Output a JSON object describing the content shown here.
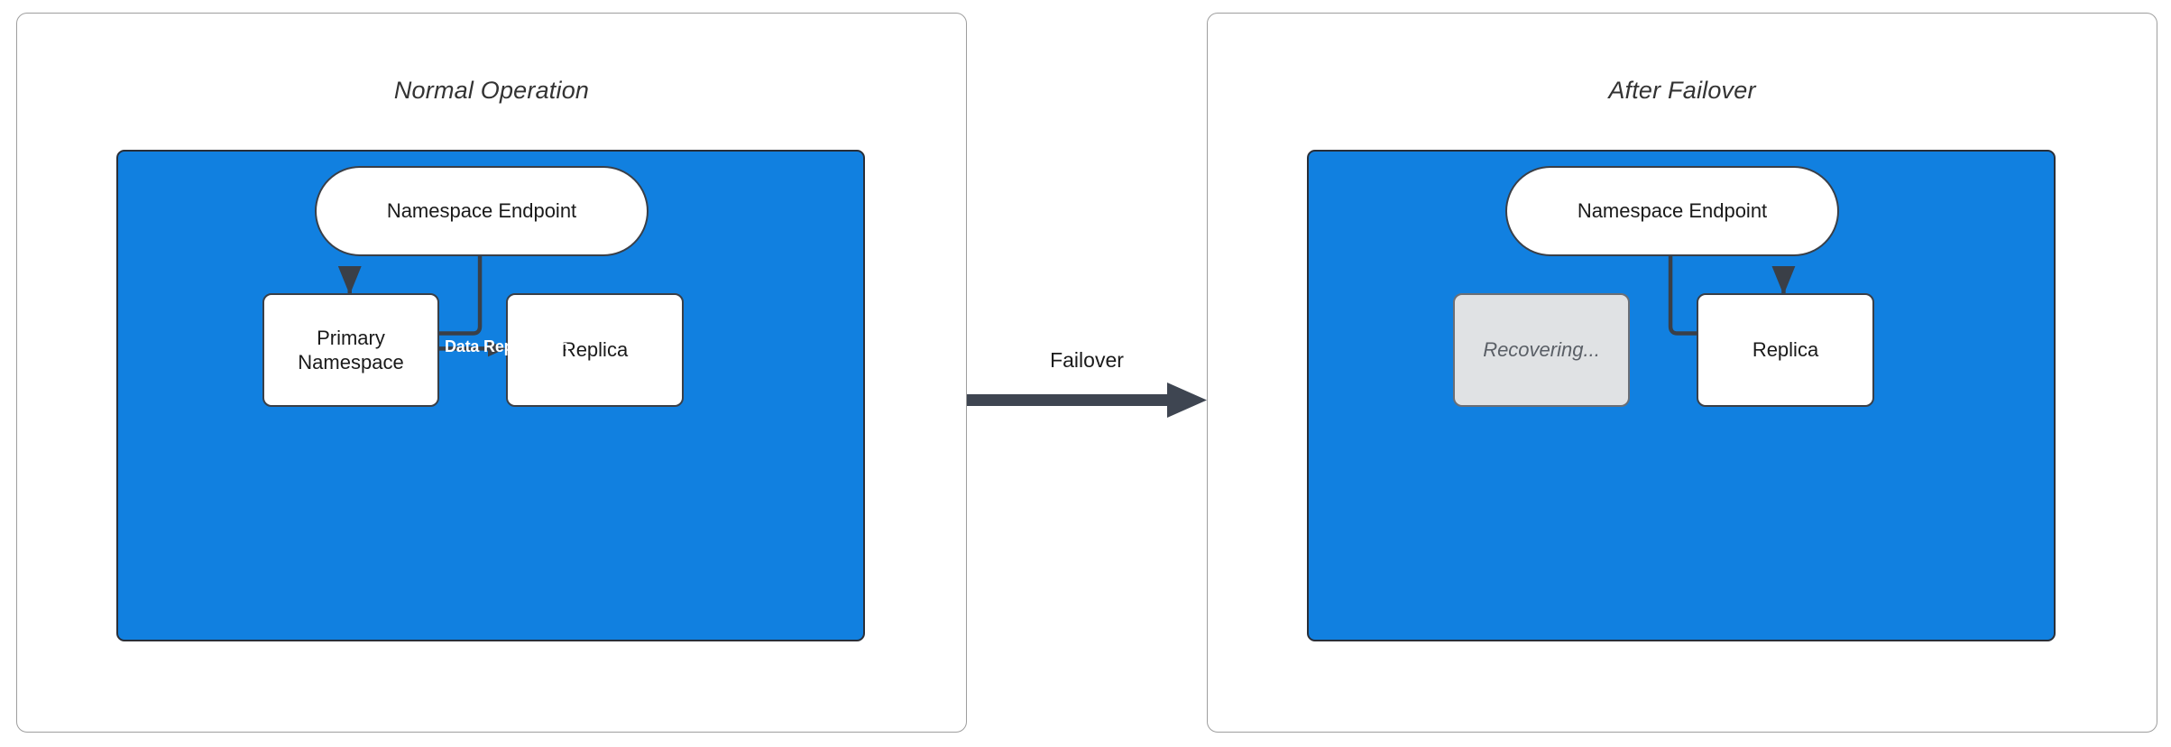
{
  "diagram": {
    "type": "failover-architecture-diagram",
    "accent_blue": "#1180e0",
    "node_border": "#3a3f47",
    "ghost_fill": "#e0e2e4",
    "panel_border": "#9e9e9e"
  },
  "panels": [
    {
      "id": "normal",
      "title": "Normal Operation",
      "nodes": [
        {
          "id": "endpoint",
          "label": "Namespace Endpoint",
          "shape": "pill",
          "state": "active"
        },
        {
          "id": "primary",
          "label": "Primary\nNamespace",
          "label_line1": "Primary",
          "label_line2": "Namespace",
          "shape": "rect",
          "state": "active"
        },
        {
          "id": "replica",
          "label": "Replica",
          "shape": "rect",
          "state": "active"
        }
      ],
      "edges": [
        {
          "from": "endpoint",
          "to": "primary",
          "label": "",
          "style": "elbow-arrow"
        },
        {
          "from": "primary",
          "to": "replica",
          "label": "Data Replication",
          "style": "straight-arrow"
        }
      ]
    },
    {
      "id": "failover",
      "title": "After Failover",
      "nodes": [
        {
          "id": "endpoint",
          "label": "Namespace Endpoint",
          "shape": "pill",
          "state": "active"
        },
        {
          "id": "recovering",
          "label": "Recovering...",
          "shape": "rect",
          "state": "ghost"
        },
        {
          "id": "replica",
          "label": "Replica",
          "shape": "rect",
          "state": "active"
        }
      ],
      "edges": [
        {
          "from": "endpoint",
          "to": "replica",
          "label": "",
          "style": "elbow-arrow"
        }
      ]
    }
  ],
  "transition": {
    "label": "Failover",
    "direction": "left-to-right"
  }
}
